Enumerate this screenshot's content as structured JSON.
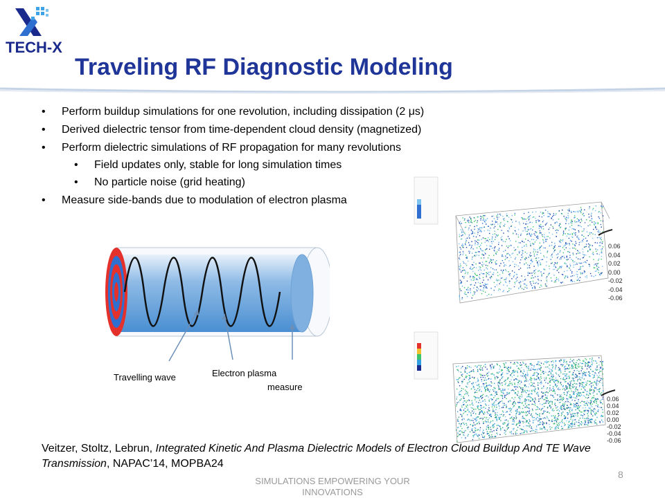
{
  "logo": {
    "text": "TECH-X"
  },
  "title": "Traveling RF Diagnostic Modeling",
  "bullets": [
    {
      "level": 1,
      "text": "Perform buildup simulations for one revolution, including dissipation (2 μs)"
    },
    {
      "level": 1,
      "text": "Derived dielectric tensor from time-dependent cloud density (magnetized)"
    },
    {
      "level": 1,
      "text": "Perform dielectric simulations of RF propagation for many revolutions"
    },
    {
      "level": 2,
      "text": "Field updates only, stable for long simulation times"
    },
    {
      "level": 2,
      "text": "No particle noise (grid heating)"
    },
    {
      "level": 1,
      "text": "Measure side-bands due to modulation of electron plasma"
    }
  ],
  "diagram": {
    "label_wave": "Travelling wave",
    "label_plasma": "Electron plasma",
    "label_measure": "measure"
  },
  "plots": {
    "top_ticks": [
      "0.06",
      "0.04",
      "0.02",
      "0.00",
      "-0.02",
      "-0.04",
      "-0.06"
    ],
    "bottom_ticks": [
      "0.06",
      "0.04",
      "0.02",
      "0.00",
      "-0.02",
      "-0.04",
      "-0.06"
    ]
  },
  "citation": {
    "authors": "Veitzer, Stoltz, Lebrun, ",
    "title": "Integrated Kinetic And Plasma Dielectric Models of Electron Cloud Buildup And TE Wave Transmission",
    "venue": ", NAPAC’14, MOPBA24"
  },
  "footer": {
    "line1": "SIMULATIONS EMPOWERING YOUR",
    "line2": "INNOVATIONS"
  },
  "page_number": "8",
  "colors": {
    "title": "#1f3598",
    "logo_blue": "#1a2a8c",
    "plasma_blue": "#5b9bd5"
  }
}
